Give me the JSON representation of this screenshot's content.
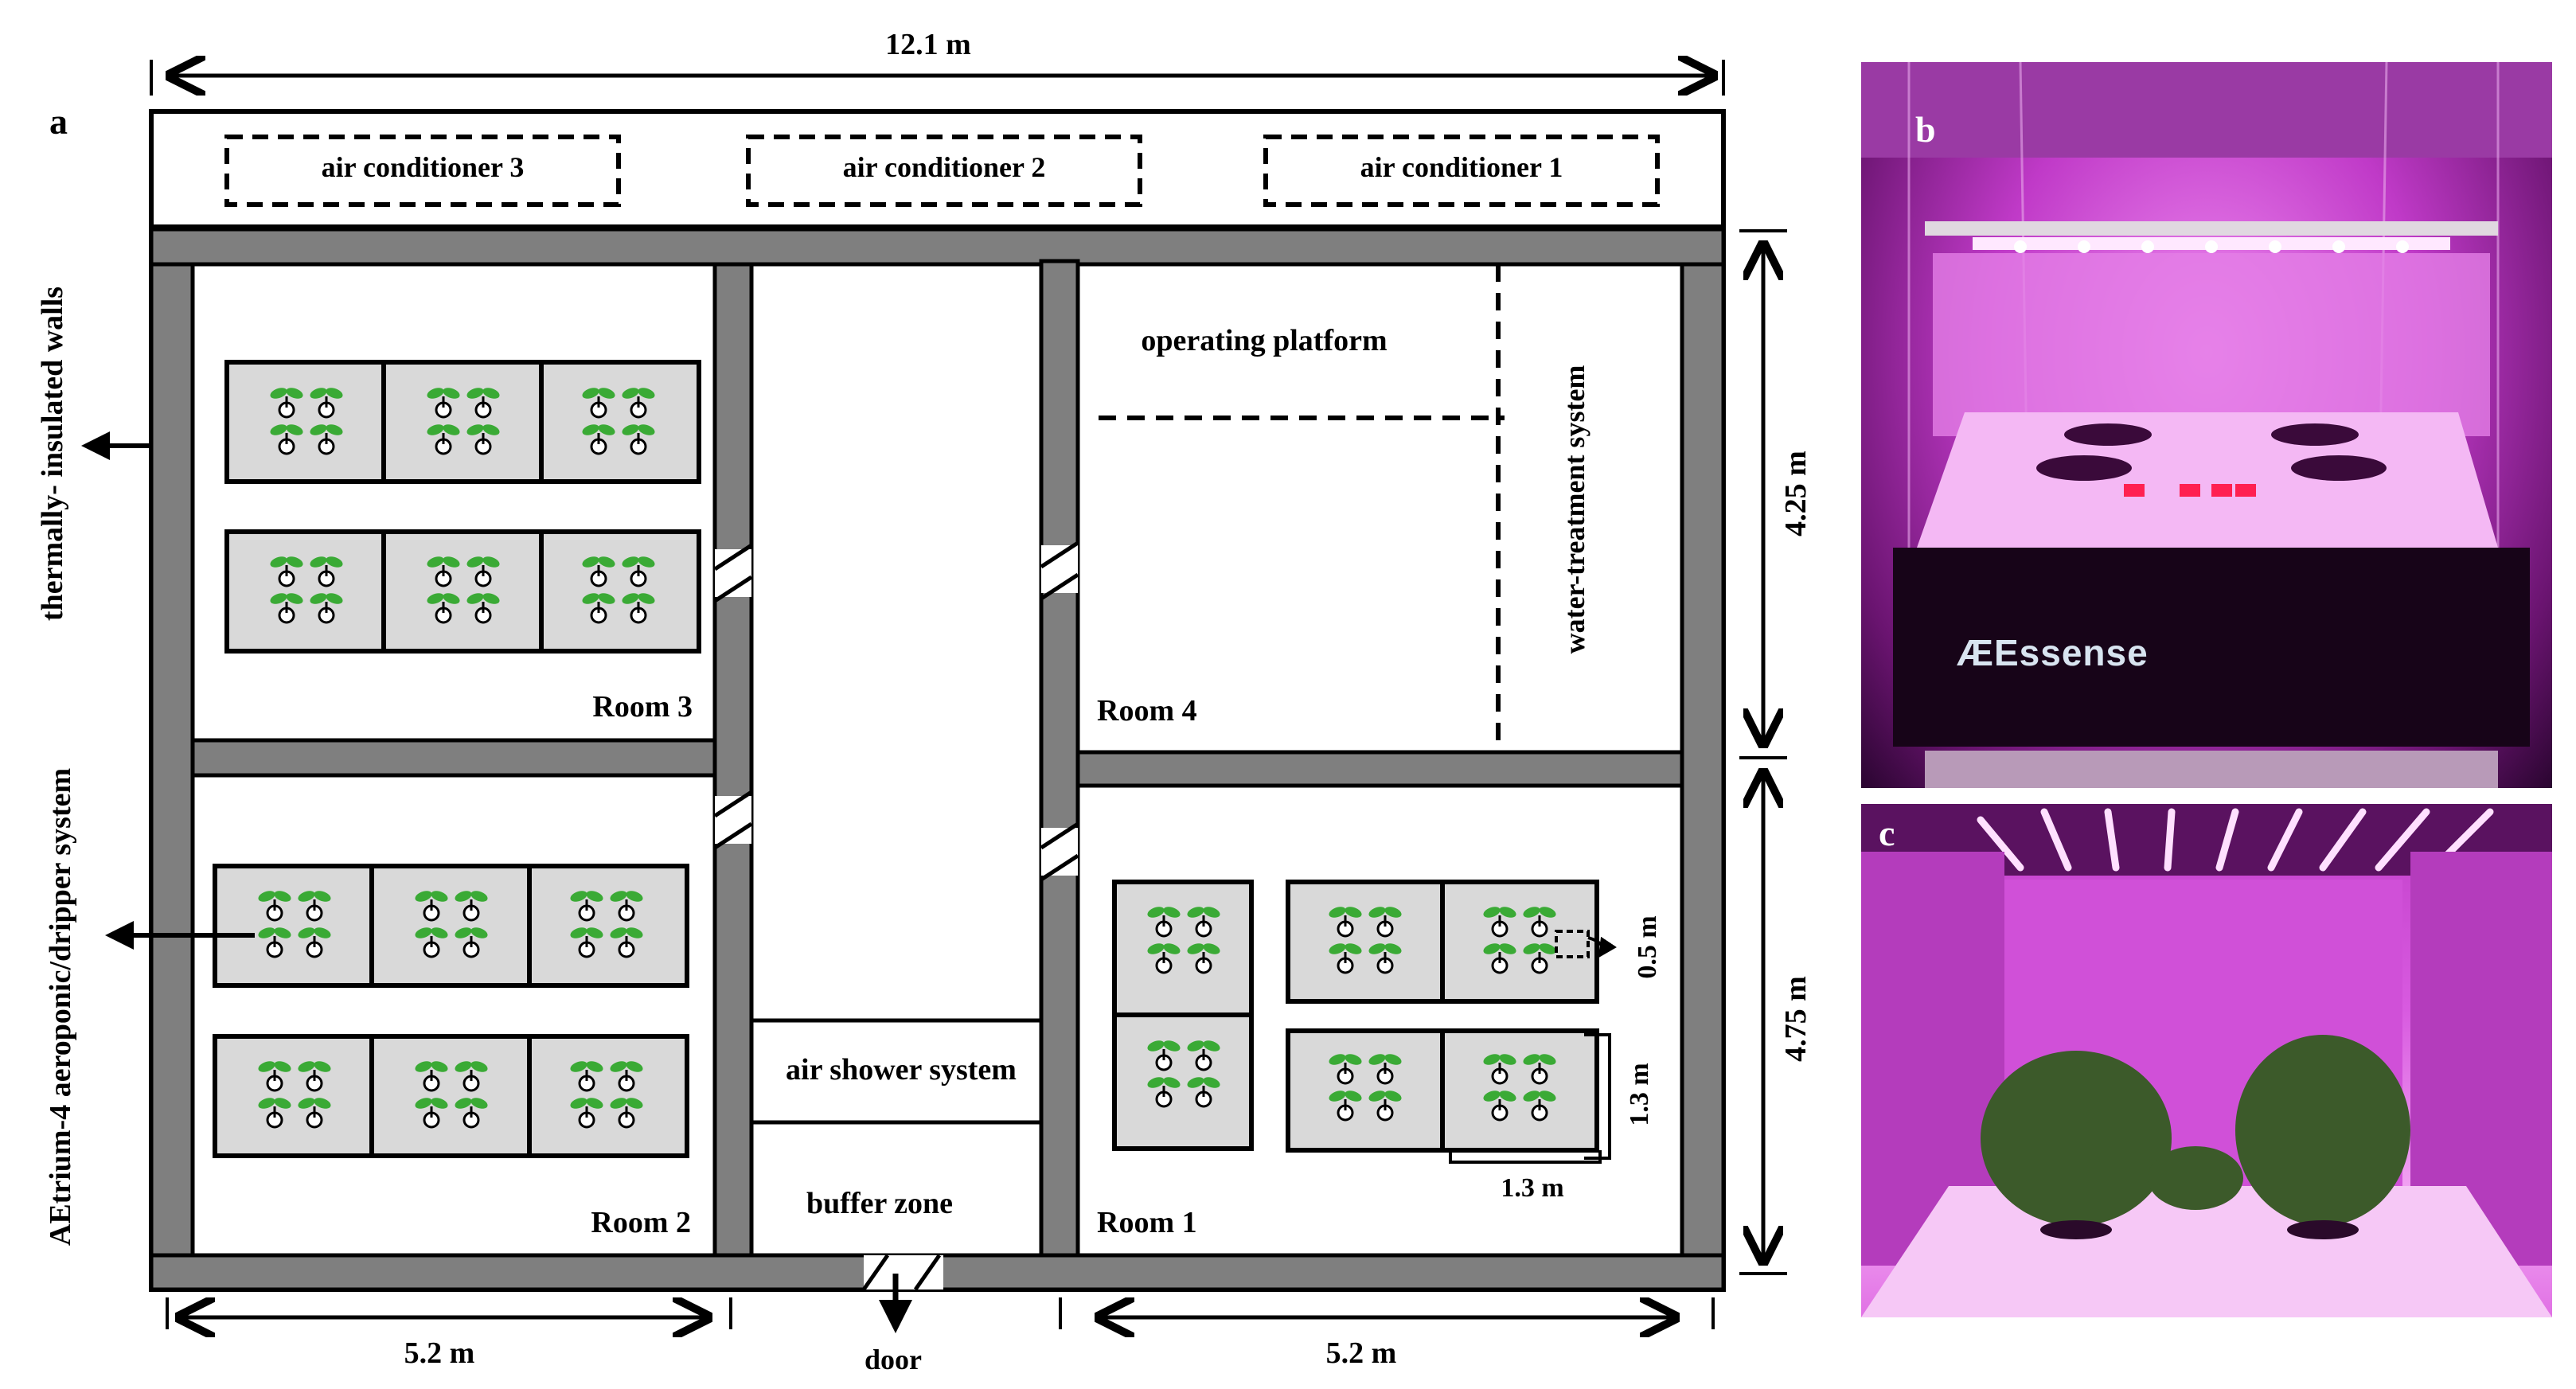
{
  "panels": {
    "a": "a",
    "b": "b",
    "c": "c"
  },
  "dimensions": {
    "total_width": "12.1 m",
    "room_height_top": "4.25 m",
    "room_height_bottom": "4.75 m",
    "bottom_left_width": "5.2 m",
    "bottom_right_width": "5.2 m",
    "tray_height": "0.5 m",
    "tray_depth": "1.3 m",
    "tray_width": "1.3 m"
  },
  "labels": {
    "ac1": "air conditioner 1",
    "ac2": "air conditioner 2",
    "ac3": "air conditioner 3",
    "operating_platform": "operating platform",
    "water_treatment": "water-treatment system",
    "room1": "Room 1",
    "room2": "Room 2",
    "room3": "Room 3",
    "room4": "Room 4",
    "air_shower": "air shower system",
    "buffer_zone": "buffer zone",
    "door": "door",
    "walls": "thermally- insulated walls",
    "aeroponic": "AEtrium-4 aeroponic/dripper system"
  },
  "photo_b": {
    "brand_text": "Essense",
    "brand_prefix": "Æ"
  },
  "colors": {
    "wall": "#7f7f7f",
    "tray": "#d9d9d9",
    "leaf": "#3aaa35",
    "magenta": "#d43fd8"
  }
}
